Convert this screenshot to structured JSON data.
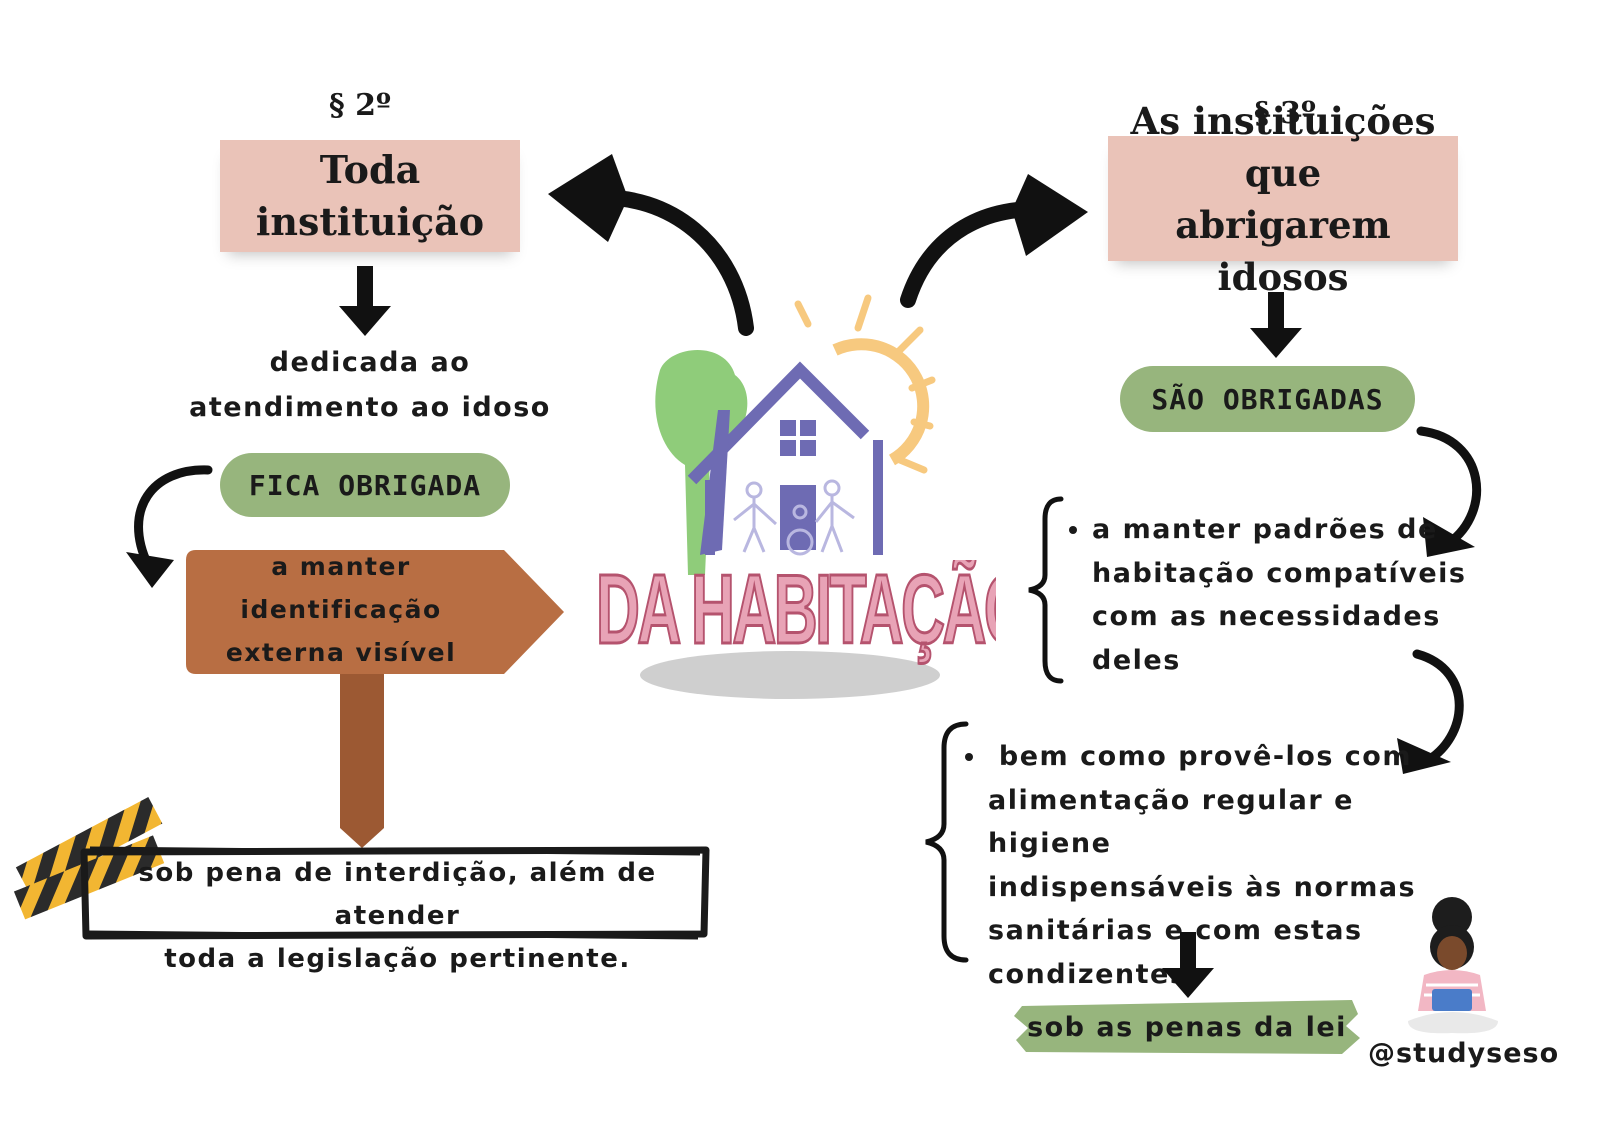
{
  "left": {
    "section_label": "§ 2º",
    "heading_line1": "Toda",
    "heading_line2": "instituição",
    "dedicated_line1": "dedicada ao",
    "dedicated_line2": "atendimento ao idoso",
    "pill": "FICA OBRIGADA",
    "sign_line1": "a manter",
    "sign_line2": "identificação",
    "sign_line3": "externa visível",
    "penalty_line1": "sob pena de interdição, além de atender",
    "penalty_line2": "toda a legislação pertinente."
  },
  "center": {
    "title": "DA HABITAÇÃO"
  },
  "right": {
    "section_label": "§ 3º",
    "heading_line1": "As instituições que",
    "heading_line2": "abrigarem idosos",
    "pill": "SÃO OBRIGADAS",
    "bullet1": [
      "a manter padrões de",
      "habitação compatíveis",
      "com as necessidades",
      "deles"
    ],
    "bullet2": [
      " bem como provê-los com",
      "alimentação regular e higiene",
      "indispensáveis às normas",
      "sanitárias e com estas",
      "condizentes"
    ],
    "final_label": "sob as penas da lei"
  },
  "credit": {
    "handle": "@studyseso"
  },
  "colors": {
    "box_pink": "#eac3b8",
    "pill_green": "#97b57d",
    "sign_brown": "#b86e43",
    "post_brown": "#9c5933",
    "title_pink": "#e8a3b6",
    "house_purple": "#6e6bb3",
    "tree_green": "#8fcc7a",
    "sun_yellow": "#f7c97f"
  }
}
